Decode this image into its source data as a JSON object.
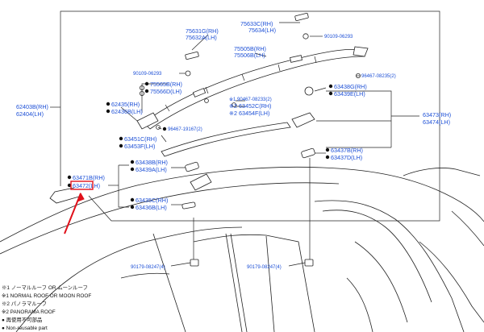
{
  "callouts": {
    "p75633": "75633C(RH)",
    "p75634": "75634(LH)",
    "p75631": "75631G(RH)",
    "p75632": "75632A(LH)",
    "p90109a": "90109-06293",
    "p75505": "75505B(RH)",
    "p75506": "75506B(LH)",
    "p90109b": "90109-06293",
    "p96467a": "96467-08235(2)",
    "p75565": "75565B(RH)",
    "p75566": "75566D(LH)",
    "p63438g": "63438G(RH)",
    "p63439e": "63439E(LH)",
    "p62403": "62403B(RH)",
    "p62404": "62404(LH)",
    "p62435": "62435(RH)",
    "p62436": "62436B(LH)",
    "p90467": "※1 90467-08233(2)",
    "p63452": "※2 63452C(RH)",
    "p63454": "※2 63454F(LH)",
    "p63473": "63473(RH)",
    "p63474": "63474(LH)",
    "p96467b": "96467-19167(2)",
    "p63451": "63451C(RH)",
    "p63453": "63453F(LH)",
    "p63437": "63437B(RH)",
    "p63437d": "63437D(LH)",
    "p63438b": "63438B(RH)",
    "p63439a": "63439A(LH)",
    "p63471": "63471B(RH)",
    "p63472": "63472(LH)",
    "p63435": "63435C(RH)",
    "p63436": "63436B(LH)",
    "p90179a": "90179-08247(4)",
    "p90179b": "90179-08247(4)"
  },
  "legend": {
    "line1": "※1 ノーマルルーフ OR ムーンルーフ",
    "line2": "※1 NORMAL ROOF OR MOON ROOF",
    "line3": "※2 パノラマルーフ",
    "line4": "※2 PANORAMA ROOF",
    "line5": "● 再使用不可部品",
    "line6": "● Non-reusable part"
  },
  "colors": {
    "part_number": "#1c4fd6",
    "highlight": "#e0101a",
    "line": "#222222"
  }
}
